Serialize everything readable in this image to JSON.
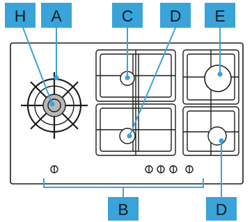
{
  "colors": {
    "callout_fill": "#3aa3d8",
    "callout_text": "#0a1a26",
    "line": "#1b1b1b",
    "pointer": "#3aa3d8",
    "burner_cap_fill": "#b8b8b8"
  },
  "callouts": [
    {
      "id": "h",
      "label": "H",
      "target": "wok-burner-center"
    },
    {
      "id": "a",
      "label": "A",
      "target": "wok-burner-outer-ring"
    },
    {
      "id": "c",
      "label": "C",
      "target": "middle-top-burner"
    },
    {
      "id": "d_top",
      "label": "D",
      "target": "middle-bottom-burner"
    },
    {
      "id": "e",
      "label": "E",
      "target": "right-top-burner"
    },
    {
      "id": "b",
      "label": "B",
      "target": "control-knobs"
    },
    {
      "id": "d_bottom",
      "label": "D",
      "target": "right-bottom-burner"
    }
  ],
  "icons": {
    "knob": "control-knob-icon",
    "grate": "pan-support-grate-icon",
    "burner": "gas-burner-icon"
  }
}
